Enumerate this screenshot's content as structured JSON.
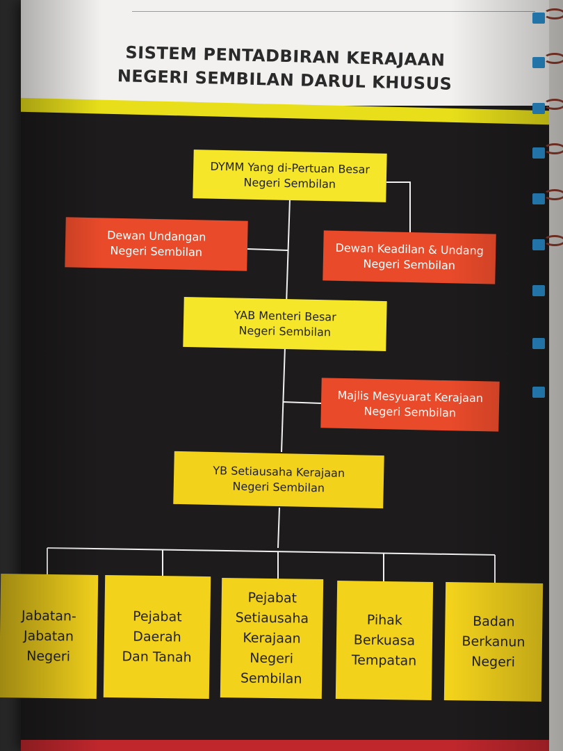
{
  "title": {
    "line1": "SISTEM PENTADBIRAN KERAJAAN",
    "line2": "NEGERI SEMBILAN DARUL KHUSUS"
  },
  "nodes": {
    "dymm": {
      "line1": "DYMM Yang di-Pertuan Besar",
      "line2": "Negeri Sembilan"
    },
    "dewan_undangan": {
      "line1": "Dewan Undangan",
      "line2": "Negeri Sembilan"
    },
    "dewan_keadilan": {
      "line1": "Dewan Keadilan & Undang",
      "line2": "Negeri Sembilan"
    },
    "menteri_besar": {
      "line1": "YAB Menteri Besar",
      "line2": "Negeri Sembilan"
    },
    "majlis": {
      "line1": "Majlis Mesyuarat Kerajaan",
      "line2": "Negeri Sembilan"
    },
    "setiausaha": {
      "line1": "YB Setiausaha Kerajaan",
      "line2": "Negeri Sembilan"
    },
    "jabatan": {
      "line1": "Jabatan-",
      "line2": "Jabatan",
      "line3": "Negeri"
    },
    "pejabat_daerah": {
      "line1": "Pejabat",
      "line2": "Daerah",
      "line3": "Dan Tanah"
    },
    "pejabat_setiausaha": {
      "line1": "Pejabat",
      "line2": "Setiausaha",
      "line3": "Kerajaan",
      "line4": "Negeri",
      "line5": "Sembilan"
    },
    "pihak_berkuasa": {
      "line1": "Pihak",
      "line2": "Berkuasa",
      "line3": "Tempatan"
    },
    "badan_berkanun": {
      "line1": "Badan",
      "line2": "Berkanun",
      "line3": "Negeri"
    }
  },
  "colors": {
    "background": "#1d1b1c",
    "yellow_box": "#f3d21c",
    "red_box": "#e84a2a",
    "band": "#e8df1a",
    "connector": "#f2f2f2"
  }
}
